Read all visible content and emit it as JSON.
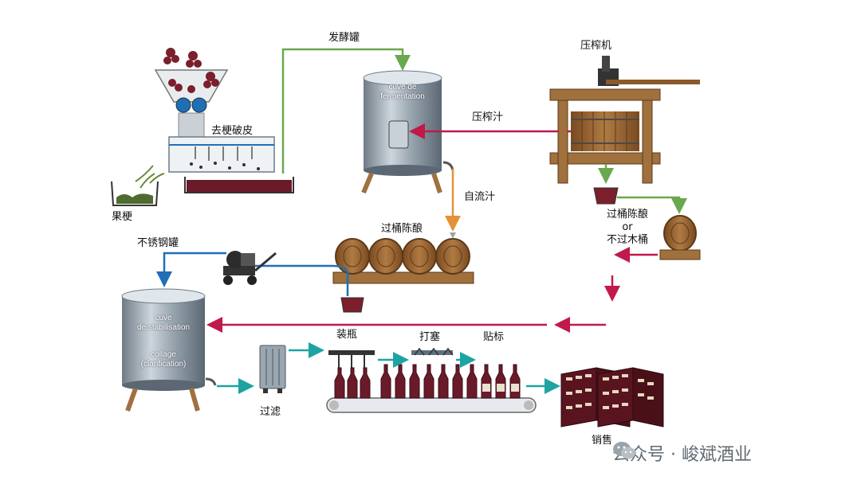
{
  "labels": {
    "destem": "去梗破皮",
    "stems": "果梗",
    "ferment_tank": "发酵罐",
    "press": "压榨机",
    "press_juice": "压榨汁",
    "free_run": "自流汁",
    "barrel_aging": "过桶陈酿",
    "barrel_or_no": "过桶陈酿\nor\n不过木桶",
    "steel_tank": "不锈钢罐",
    "bottling": "装瓶",
    "corking": "打塞",
    "labeling": "贴标",
    "filtration": "过滤",
    "sales": "销售"
  },
  "tank_text": {
    "fermentation": "cuve de\nfermentation",
    "stabilisation": "cuve\nde stabilisation",
    "collage": "collage\n(clarification)"
  },
  "watermark": "公众号 · 峻斌酒业",
  "colors": {
    "green_flow": "#6aa84f",
    "red_flow": "#c0194a",
    "orange_flow": "#e69138",
    "blue_flow": "#1f6fb5",
    "teal_flow": "#1ea3a3",
    "wine": "#7a1f2b",
    "wood": "#8a5a2b"
  }
}
